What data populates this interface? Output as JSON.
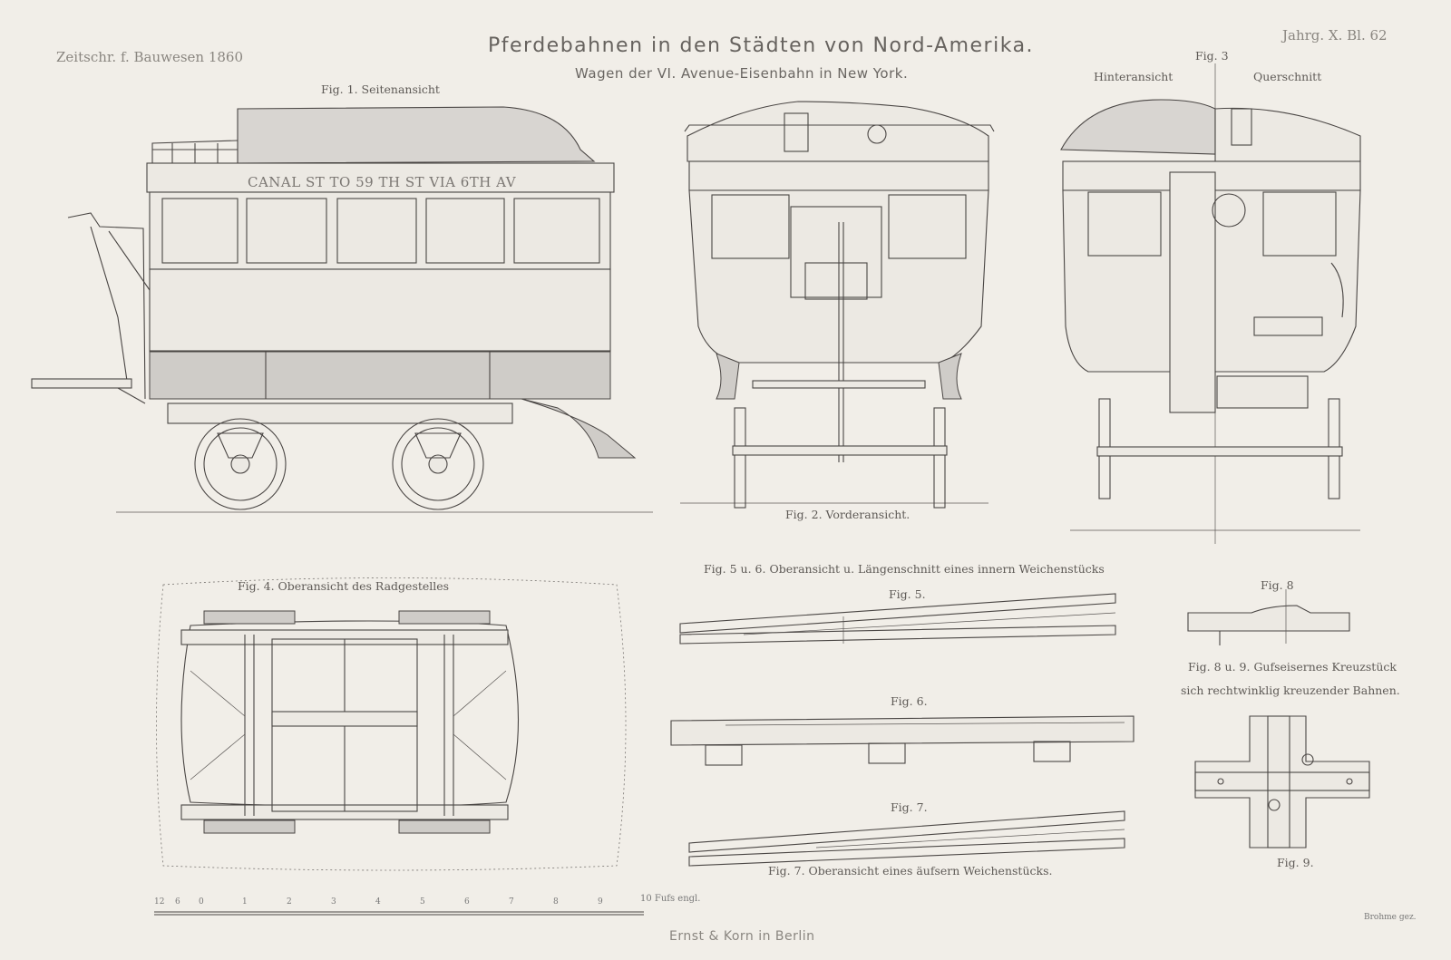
{
  "header": {
    "journal": "Zeitschr. f. Bauwesen 1860",
    "title": "Pferdebahnen in den Städten von Nord-Amerika.",
    "subtitle": "Wagen der VI. Avenue-Eisenbahn in New York.",
    "plate": "Jahrg. X. Bl. 62"
  },
  "figures": {
    "fig1": {
      "label": "Fig. 1. Seitenansicht",
      "sign": "CANAL ST TO 59 TH ST VIA 6TH AV"
    },
    "fig2": {
      "label": "Fig. 2. Vorderansicht."
    },
    "fig3": {
      "label": "Fig. 3",
      "left": "Hinteransicht",
      "right": "Querschnitt"
    },
    "fig4": {
      "label": "Fig. 4. Oberansicht des Radgestelles"
    },
    "fig56": {
      "label": "Fig. 5 u. 6. Oberansicht u. Längenschnitt eines innern Weichenstücks"
    },
    "fig5": {
      "label": "Fig. 5."
    },
    "fig6": {
      "label": "Fig. 6."
    },
    "fig7": {
      "label": "Fig. 7.",
      "caption": "Fig. 7. Oberansicht eines äufsern Weichenstücks."
    },
    "fig8": {
      "label": "Fig. 8"
    },
    "fig89": {
      "line1": "Fig. 8 u. 9. Gufseisernes Kreuzstück",
      "line2": "sich rechtwinklig kreuzender Bahnen."
    },
    "fig9": {
      "label": "Fig. 9."
    }
  },
  "scale": {
    "ticks": [
      "12",
      "6",
      "0",
      "1",
      "2",
      "3",
      "4",
      "5",
      "6",
      "7",
      "8",
      "9",
      "10 Fufs engl."
    ]
  },
  "footer": {
    "publisher": "Ernst & Korn in Berlin",
    "engraver": "Brohme gez."
  }
}
